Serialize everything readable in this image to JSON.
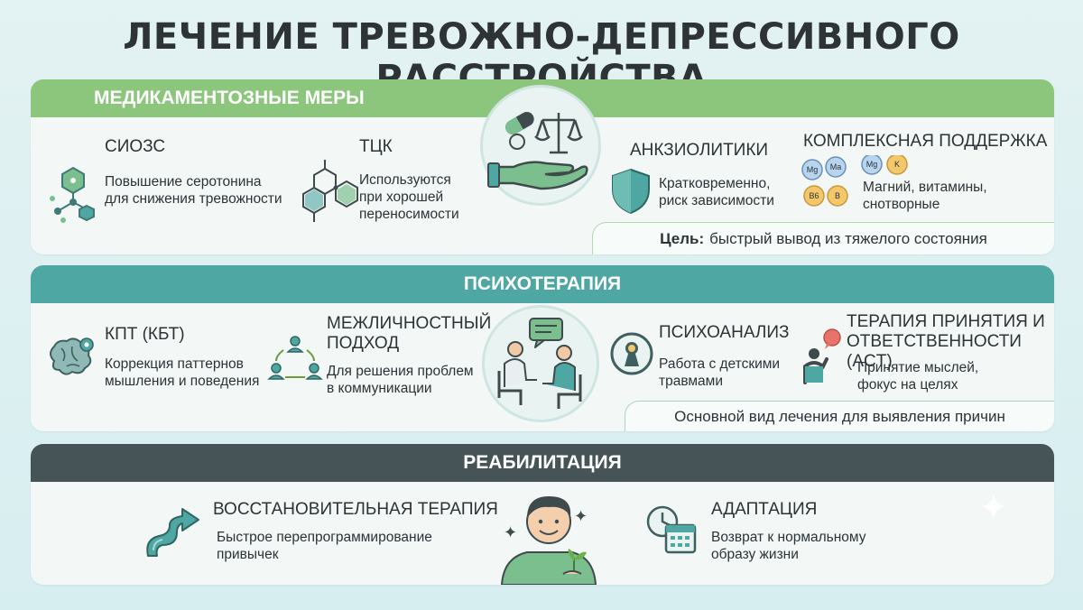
{
  "title": "ЛЕЧЕНИЕ ТРЕВОЖНО-ДЕПРЕССИВНОГО РАССТРОЙСТВА",
  "colors": {
    "green": "#8cc67c",
    "teal": "#4ea7a2",
    "dark": "#465458",
    "background": "#e3f2f3"
  },
  "medication": {
    "header": "МЕДИКАМЕНТОЗНЫЕ МЕРЫ",
    "center_icon": "hand-with-pills-and-scales-icon",
    "ssri": {
      "title": "СИОЗС",
      "desc1": "Повышение серотонина",
      "desc2": "для снижения тревожности",
      "icon": "molecule-icon"
    },
    "tca": {
      "title": "ТЦК",
      "desc1": "Используются",
      "desc2": "при хорошей",
      "desc3": "переносимости",
      "icon": "chemical-structure-icon"
    },
    "anxiolytics": {
      "title": "АНКЗИОЛИТИКИ",
      "desc1": "Кратковременно,",
      "desc2": "риск зависимости",
      "icon": "shield-icon"
    },
    "support": {
      "title": "КОМПЛЕКСНАЯ ПОДДЕРЖКА",
      "desc1": "Магний, витамины,",
      "desc2": "снотворные",
      "pills": [
        "Mg",
        "Ma",
        "B6",
        "B",
        "Mg",
        "K"
      ]
    },
    "goal_label": "Цель:",
    "goal_text": "быстрый вывод из тяжелого состояния"
  },
  "psychotherapy": {
    "header": "ПСИХОТЕРАПИЯ",
    "center_icon": "therapy-session-icon",
    "cbt": {
      "title": "КПТ (КБТ)",
      "desc1": "Коррекция паттернов",
      "desc2": "мышления и поведения",
      "icon": "brain-gear-icon"
    },
    "interpersonal": {
      "title1": "МЕЖЛИЧНОСТНЫЙ",
      "title2": "ПОДХОД",
      "desc1": "Для решения проблем",
      "desc2": "в коммуникации",
      "icon": "people-cycle-icon"
    },
    "psychoanalysis": {
      "title": "ПСИХОАНАЛИЗ",
      "desc1": "Работа с детскими",
      "desc2": "травмами",
      "icon": "keyhole-person-icon"
    },
    "act": {
      "title1": "ТЕРАПИЯ ПРИНЯТИЯ И",
      "title2": "ОТВЕТСТВЕННОСТИ (ACT)",
      "desc1": "Принятие мыслей,",
      "desc2": "фокус на целях",
      "icon": "person-speech-icon"
    },
    "goal_text": "Основной вид лечения для выявления причин"
  },
  "rehabilitation": {
    "header": "РЕАБИЛИТАЦИЯ",
    "center_icon": "smiling-person-with-plant-icon",
    "restorative": {
      "title": "ВОССТАНОВИТЕЛЬНАЯ ТЕРАПИЯ",
      "desc1": "Быстрое перепрограммирование",
      "desc2": "привычек",
      "icon": "rising-arrow-icon"
    },
    "adaptation": {
      "title": "АДАПТАЦИЯ",
      "desc1": "Возврат к нормальному",
      "desc2": "образу жизни",
      "icon": "clock-calendar-icon"
    }
  }
}
